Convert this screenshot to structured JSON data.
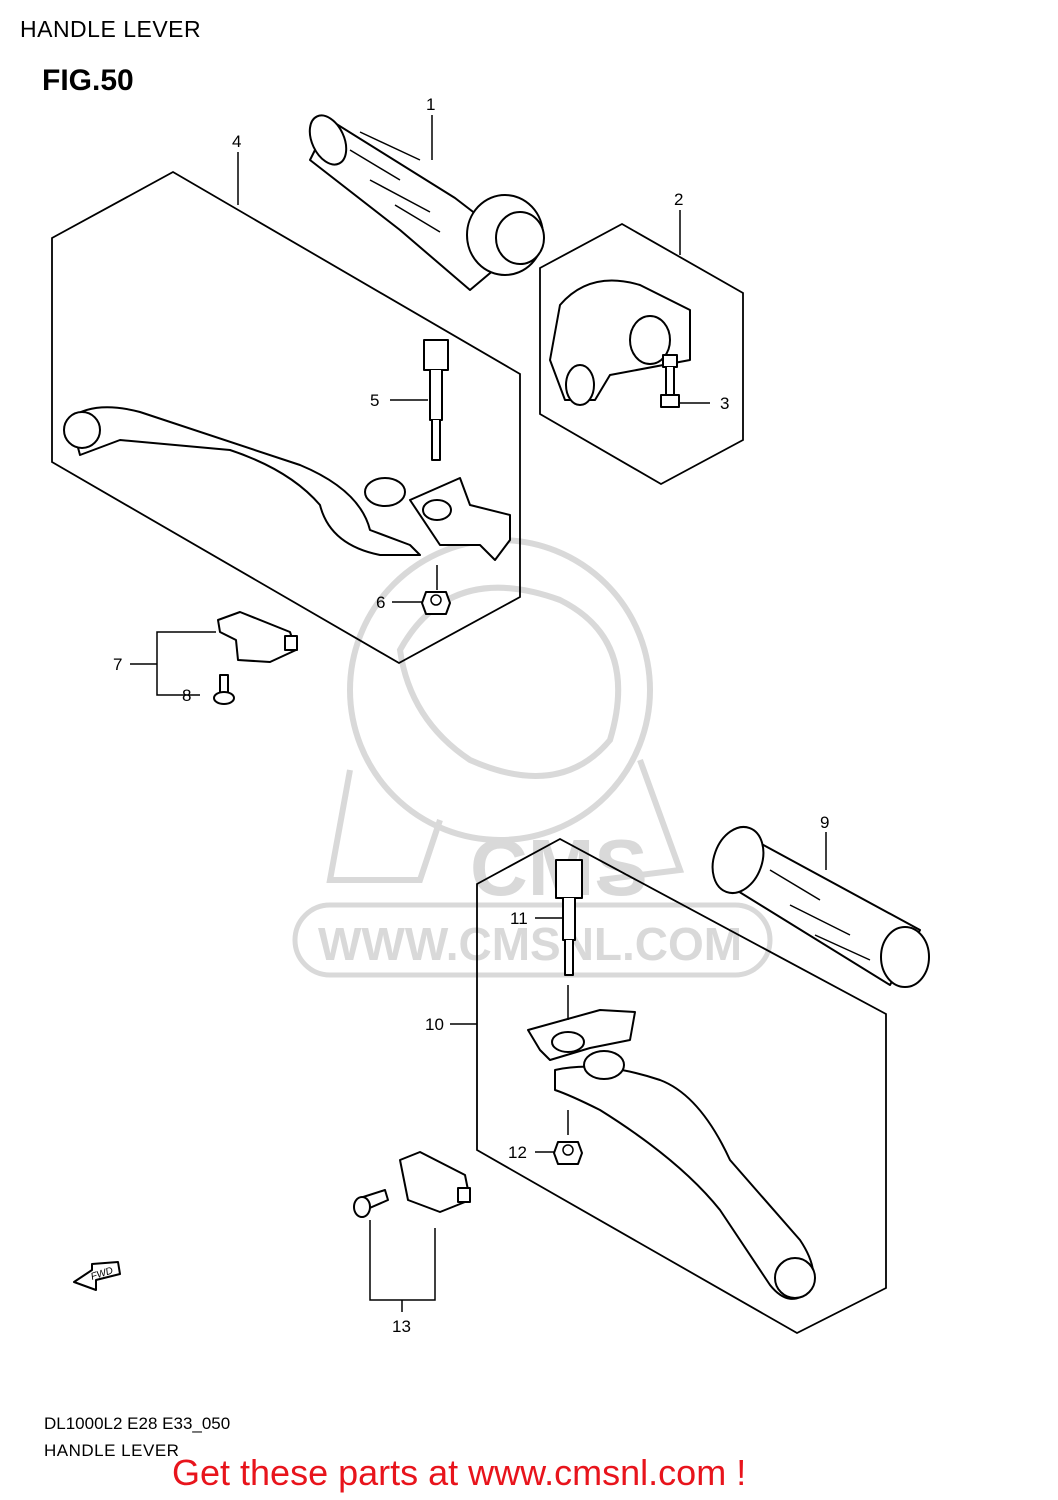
{
  "header": {
    "title": "HANDLE LEVER"
  },
  "figure": {
    "label": "FIG.50"
  },
  "watermark": {
    "brand": "CMS",
    "url": "WWW.CMSNL.COM"
  },
  "fwd_label": "FWD",
  "callouts": [
    "1",
    "2",
    "3",
    "4",
    "5",
    "6",
    "7",
    "8",
    "9",
    "10",
    "11",
    "12",
    "13"
  ],
  "footer": {
    "code": "DL1000L2 E28 E33_050",
    "title": "HANDLE LEVER",
    "cta": "Get these parts at www.cmsnl.com !",
    "cta_color": "#e8141c"
  }
}
